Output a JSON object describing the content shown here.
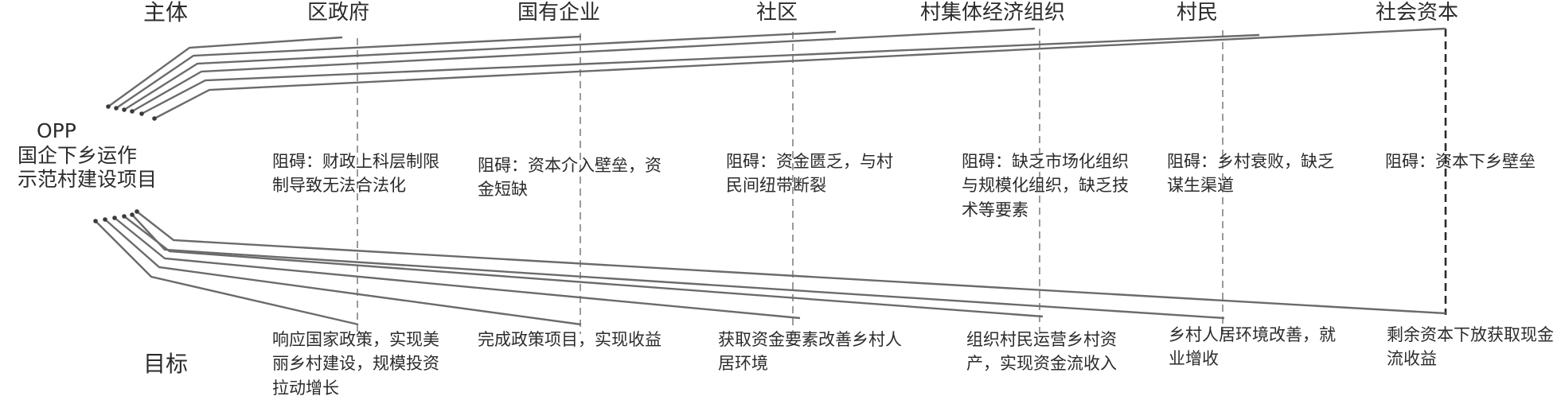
{
  "labels": {
    "subject": "主体",
    "goal": "目标",
    "project_line1": "OPP",
    "project_line2": "国企下乡运作",
    "project_line3": "示范村建设项目"
  },
  "actors": [
    {
      "name": "区政府",
      "obstacle": "阻碍：财政上科层制限制导致无法合法化",
      "goal": "响应国家政策，实现美丽乡村建设，规模投资拉动增长"
    },
    {
      "name": "国有企业",
      "obstacle": "阻碍：资本介入壁垒，资金短缺",
      "goal": "完成政策项目，实现收益"
    },
    {
      "name": "社区",
      "obstacle": "阻碍：资金匮乏，与村民间纽带断裂",
      "goal": "获取资金要素改善乡村人居环境"
    },
    {
      "name": "村集体经济组织",
      "obstacle": "阻碍：缺乏市场化组织与规模化组织，缺乏技术等要素",
      "goal": "组织村民运营乡村资产，实现资金流收入"
    },
    {
      "name": "村民",
      "obstacle": "阻碍：乡村衰败，缺乏谋生渠道",
      "goal": "乡村人居环境改善，就业增收"
    },
    {
      "name": "社会资本",
      "obstacle": "阻碍：资本下乡壁垒",
      "goal": "剩余资本下放获取现金流收益"
    }
  ]
}
